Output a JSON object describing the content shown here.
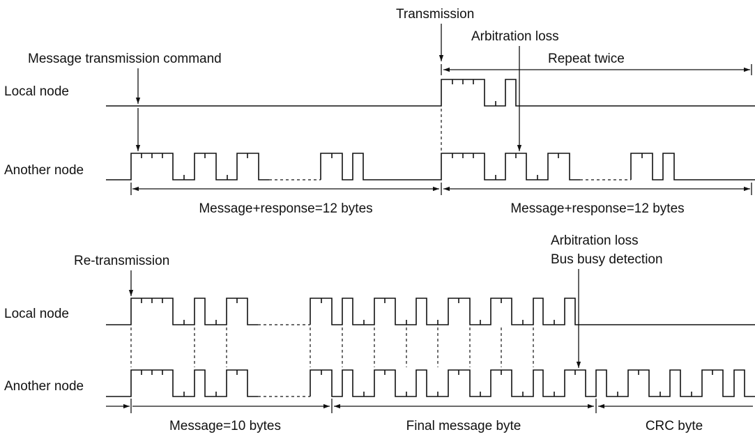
{
  "top": {
    "label_local": "Local node",
    "label_another": "Another node",
    "msg_cmd": "Message transmission command",
    "transmission": "Transmission",
    "arb_loss": "Arbitration loss",
    "repeat": "Repeat twice",
    "span_left": "Message+response=12 bytes",
    "span_right": "Message+response=12 bytes"
  },
  "bottom": {
    "label_local": "Local node",
    "label_another": "Another node",
    "retransmission": "Re-transmission",
    "arb_loss": "Arbitration loss",
    "bus_busy": "Bus busy detection",
    "span_message": "Message=10 bytes",
    "span_final": "Final message byte",
    "span_crc": "CRC byte"
  }
}
